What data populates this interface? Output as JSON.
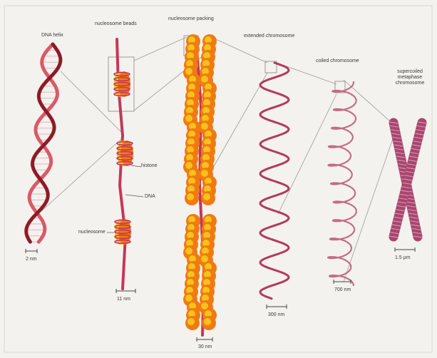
{
  "labels": {
    "dna_helix": "DNA helix",
    "nucleosome_beads": "nucleosome beads",
    "nucleosome_packing": "nucleosome packing",
    "extended_chromosome": "extended chromosome",
    "coiled_chromosome": "coiled chromosome",
    "supercoiled_1": "supercoiled",
    "supercoiled_2": "metaphase",
    "supercoiled_3": "chromosome",
    "histone": "histone",
    "dna": "DNA",
    "nucleosome": "nucleosome"
  },
  "scales": {
    "dna_helix": "2 nm",
    "nucleosome_beads": "11 nm",
    "nucleosome_packing": "30 nm",
    "extended_chromosome": "300 nm",
    "coiled_chromosome": "700 nm",
    "supercoiled": "1.5 µm"
  },
  "colors": {
    "background": "#f3f2ee",
    "dna_dark": "#8e1b28",
    "dna_light": "#d85a68",
    "fiber": "#c4375a",
    "bead_orange": "#f07a12",
    "bead_yellow": "#f7c21c",
    "chromatin_pink": "#b33a5e",
    "coil_pink": "#c56a86",
    "chromosome": "#a8466e",
    "guide_line": "#9a9a9a"
  }
}
